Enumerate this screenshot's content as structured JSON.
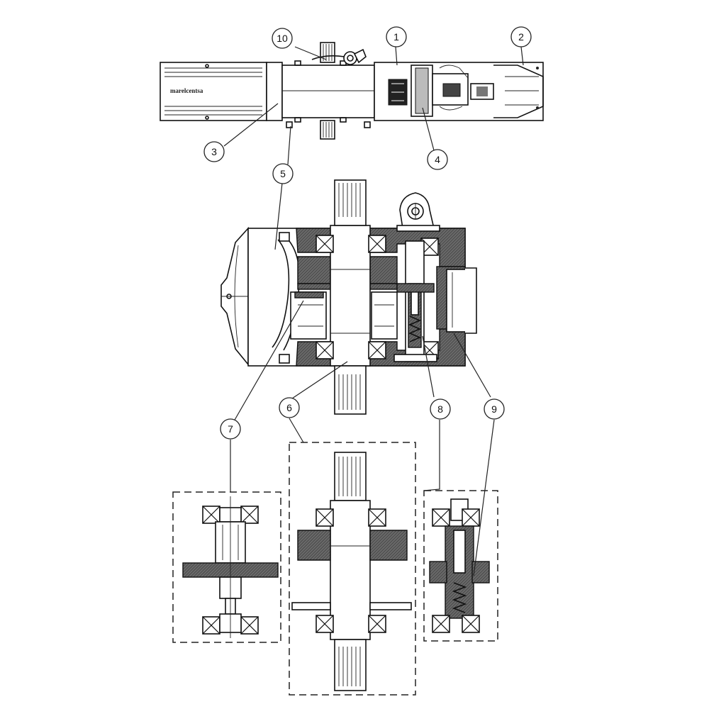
{
  "brand_label": "marelcentsa",
  "callouts": [
    "1",
    "2",
    "3",
    "4",
    "5",
    "6",
    "7",
    "8",
    "9",
    "10"
  ]
}
